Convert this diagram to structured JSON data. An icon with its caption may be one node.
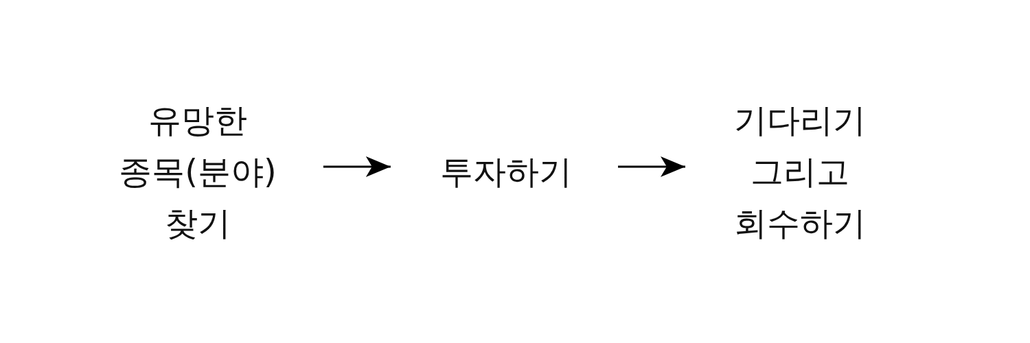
{
  "diagram": {
    "nodes": [
      {
        "text": [
          "유망한 종목(분야) 찾기"
        ]
      },
      {
        "text": [
          "투자하기"
        ]
      },
      {
        "text": [
          "기다리기 그리고 회수하기"
        ]
      }
    ],
    "edges": [
      {
        "from": 0,
        "to": 1,
        "arrow": "to"
      },
      {
        "from": 1,
        "to": 2,
        "arrow": "to"
      }
    ]
  }
}
